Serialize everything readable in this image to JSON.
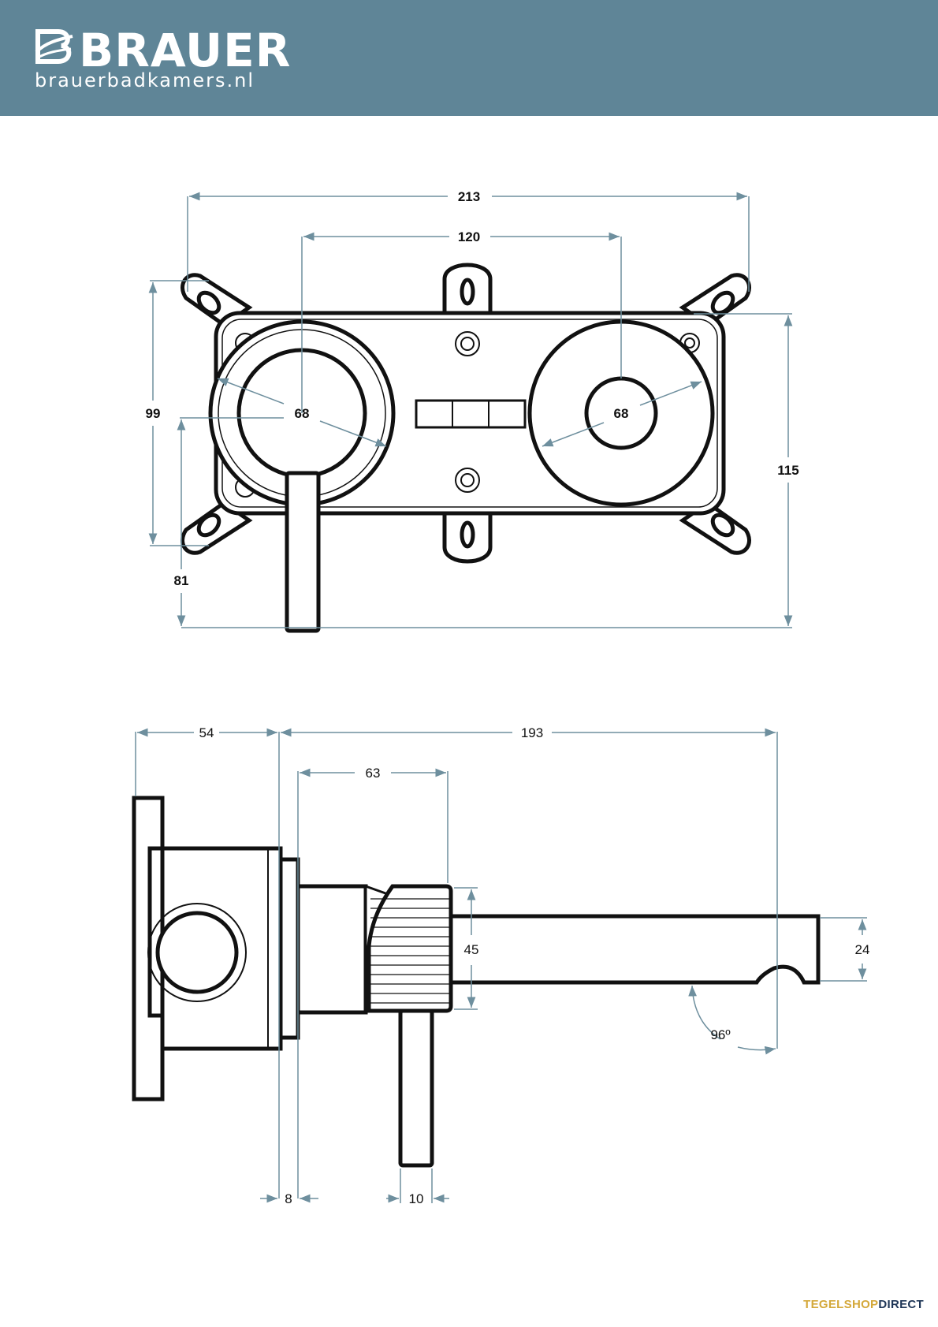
{
  "header": {
    "brand_name": "BRAUER",
    "brand_url": "brauerbadkamers.nl",
    "logo_icon": "brauer-b-logo-icon",
    "background_color": "#5f8597"
  },
  "front_view": {
    "dimensions": {
      "overall_width": "213",
      "center_spacing": "120",
      "handle_diameter": "68",
      "knob_diameter": "68",
      "mounting_height": "99",
      "plate_height": "115",
      "lever_offset": "81"
    }
  },
  "side_view": {
    "dimensions": {
      "flange_depth": "54",
      "overall_depth": "193",
      "handle_depth": "63",
      "handle_height": "45",
      "spout_height": "24",
      "spout_angle": "96º",
      "plate_thickness": "8",
      "lever_width": "10"
    }
  },
  "footer": {
    "part_a": "TEGELSHOP",
    "part_b": "DIRECT",
    "color_a": "#d4a83a",
    "color_b": "#1f3657"
  }
}
